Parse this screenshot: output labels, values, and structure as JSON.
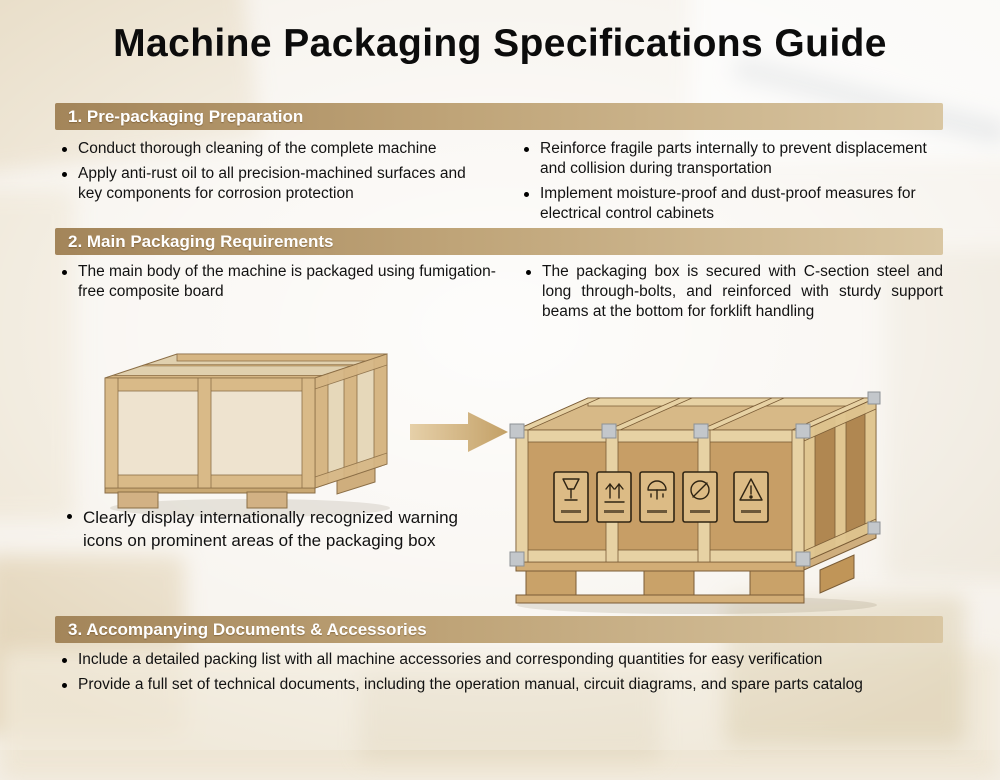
{
  "title": "Machine Packaging Specifications Guide",
  "colors": {
    "header_bar_start": "#a3855a",
    "header_bar_end": "#d9c6a2",
    "header_text": "#ffffff",
    "body_text": "#121212",
    "arrow": "#d3b183",
    "crate_wood": "#d9ba88",
    "crate_panel": "#c79e66"
  },
  "sections": {
    "prep": {
      "heading": "1. Pre-packaging Preparation",
      "left": [
        "Conduct thorough cleaning of the complete machine",
        "Apply anti-rust oil to all precision-machined surfaces and key components for corrosion protection"
      ],
      "right": [
        "Reinforce fragile parts internally to prevent displacement and collision during transportation",
        "Implement moisture-proof and dust-proof measures for electrical control cabinets"
      ]
    },
    "main": {
      "heading": "2. Main Packaging Requirements",
      "left_top": "The main body of the machine is packaged using fumigation-free composite board",
      "right_top": "The packaging box is secured with C-section steel and long through-bolts, and reinforced with sturdy support beams at the bottom for forklift handling",
      "left_bottom": "Clearly display internationally recognized warning icons on prominent areas of the packaging box",
      "warning_icons": [
        "fragile-icon",
        "this-way-up-icon",
        "keep-dry-icon",
        "do-not-roll-icon",
        "warning-triangle-icon"
      ]
    },
    "docs": {
      "heading": "3. Accompanying Documents & Accessories",
      "bullets": [
        "Include a detailed packing list with all machine accessories and corresponding quantities for easy verification",
        "Provide a full set of technical documents, including the operation manual, circuit diagrams, and spare parts catalog"
      ]
    }
  }
}
